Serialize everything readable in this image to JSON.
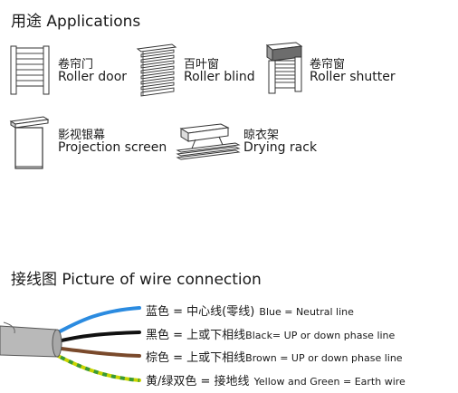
{
  "applications": {
    "heading": "用途 Applications",
    "items": [
      {
        "cn": "卷帘门",
        "en": "Roller door",
        "icon": "roller-door-icon"
      },
      {
        "cn": "百叶窗",
        "en": "Roller blind",
        "icon": "roller-blind-icon"
      },
      {
        "cn": "卷帘窗",
        "en": "Roller shutter",
        "icon": "roller-shutter-icon"
      },
      {
        "cn": "影视银幕",
        "en": "Projection screen",
        "icon": "projection-screen-icon"
      },
      {
        "cn": "晾衣架",
        "en": "Drying rack",
        "icon": "drying-rack-icon"
      }
    ]
  },
  "wiring": {
    "heading": "接线图 Picture of wire connection",
    "wires": [
      {
        "cn": "蓝色 = 中心线(零线)",
        "en": "Blue = Neutral line",
        "color": "#2b8be0"
      },
      {
        "cn": "黑色 = 上或下相线",
        "en": "Black= UP or down phase line",
        "color": "#111111"
      },
      {
        "cn": "棕色 = 上或下相线",
        "en": "Brown = UP or down phase line",
        "color": "#7a4a2c"
      },
      {
        "cn": "黄/绿双色 = 接地线",
        "en": "Yellow and Green = Earth wire",
        "color": "#c9d400"
      }
    ],
    "cable_color": "#b9b9b9"
  }
}
